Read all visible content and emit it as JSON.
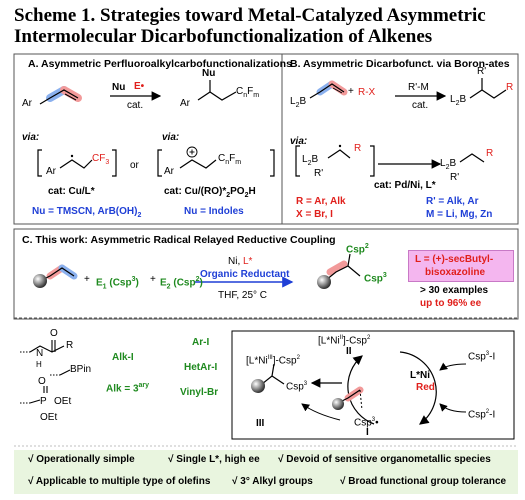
{
  "title_line1": "Scheme 1. Strategies toward Metal-Catalyzed Asymmetric",
  "title_line2": "Intermolecular Dicarbofunctionalization of Alkenes",
  "A": {
    "header": "A. Asymmetric Perfluoroalkylcarbofunctionalizations",
    "reagent": "Nu",
    "radical": "E",
    "cat": "cat.",
    "ar": "Ar",
    "nu_prod": "Nu",
    "cnfm": "C",
    "cnfm_n": "n",
    "cnfm_f": "F",
    "cnfm_m": "m",
    "via": "via:",
    "cf3": "CF",
    "cf3_sub": "3",
    "or": "or",
    "cat1": "cat: Cu/L*",
    "cat2": "cat: Cu/(RO)*",
    "cat2_sub": "2",
    "cat2_end": "PO",
    "cat2_sub2": "2",
    "cat2_h": "H",
    "nu1": "Nu = TMSCN, ArB(OH)",
    "nu1_sub": "2",
    "nu2": "Nu = Indoles"
  },
  "B": {
    "header": "B. Asymmetric Dicarbofunct. via Boron-ates",
    "l2b": "L",
    "l2b_sub": "2",
    "l2b_b": "B",
    "plus": "+",
    "rx": "R-X",
    "rm": "R'-M",
    "cat": "cat.",
    "prod_r1": "R'",
    "prod_r": "R",
    "via": "via:",
    "boronate_l": "L",
    "boronate_sub": "2",
    "boronate_b": "B",
    "boronate_rp": "R'",
    "r_lbl": "R",
    "cat_line": "cat: Pd/Ni, L*",
    "r_def": "R = Ar, Alk",
    "x_def": "X = Br, I",
    "rp_def": "R' = Alk, Ar",
    "m_def": "M = Li, Mg, Zn"
  },
  "C": {
    "header": "C. This work: Asymmetric Radical Relayed Reductive Coupling",
    "plus": "+",
    "e1": "E",
    "e1_sub": "1",
    "e1_paren": "(Csp",
    "e1_sup": "3",
    "e2": "E",
    "e2_sub": "2",
    "e2_paren": "(Csp",
    "e2_sup": "2",
    "close": ")",
    "ni": "Ni, ",
    "lstar": "L*",
    "organic_red": "Organic Reductant",
    "cond": "THF, 25° C",
    "csp2": "Csp",
    "csp2_sup": "2",
    "csp3": "Csp",
    "csp3_sup": "3",
    "box_line1": "L = (+)-secButyl-",
    "box_line2": "bisoxazoline",
    "examples": "> 30 examples",
    "ee": "up to 96% ee"
  },
  "scope": {
    "o": "O",
    "n": "N",
    "h": "H",
    "r": "R",
    "bpin": "BPin",
    "p": "P",
    "p_o": "O",
    "oet1": "OEt",
    "oet2": "OEt",
    "alkI": "Alk-I",
    "alk3": "Alk = 3",
    "alk3_sup": "ary",
    "arI": "Ar-I",
    "hetarI": "HetAr-I",
    "vinylBr": "Vinyl-Br"
  },
  "cycle": {
    "top_complex": "[L*Ni",
    "top_sup": "II",
    "top_end": "]-Csp",
    "top_sup2": "2",
    "ii": "II",
    "left_complex": "[L*Ni",
    "left_sup": "III",
    "left_end": "]-Csp",
    "left_sup2": "2",
    "csp3_on": "Csp",
    "csp3_on_sup": "3",
    "iii": "III",
    "csp3_i": "Csp",
    "csp3_i_sup": "3",
    "csp3_i_end": "-I",
    "lni": "L*Ni",
    "red": "Red",
    "csp2_i": "Csp",
    "csp2_i_sup": "2",
    "csp2_i_end": "-I",
    "csp3_rad": "Csp",
    "csp3_rad_sup": "3",
    "csp3_rad_dot": "•",
    "i": "I"
  },
  "features": [
    "Operationally simple",
    "Single L*, high ee",
    "Devoid of sensitive organometallic species",
    "Applicable to multiple type of olefins",
    "3° Alkyl groups",
    "Broad functional group tolerance"
  ],
  "check": "√",
  "colors": {
    "blue": "#1f3fd6",
    "red": "#e0201c",
    "green": "#1f8a1f",
    "pink": "#f4b6ef",
    "featbg": "#e9f5df"
  }
}
